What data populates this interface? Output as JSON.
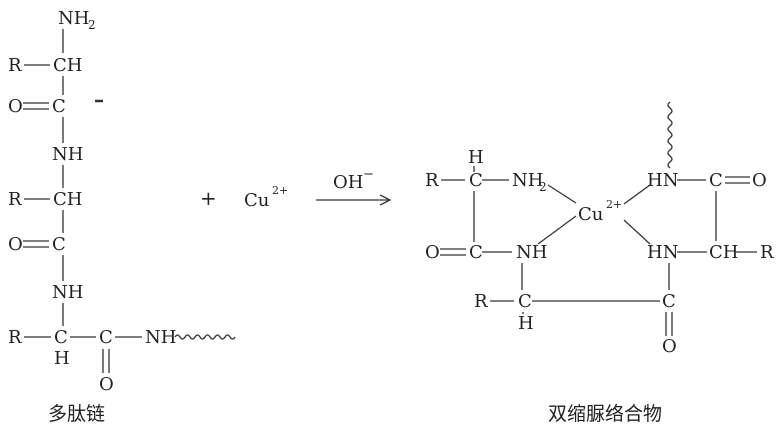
{
  "reactant": {
    "caption": "多肽链",
    "labels": [
      "NH",
      "2",
      "R",
      "CH",
      "O",
      "C",
      "NH",
      "R",
      "CH",
      "O",
      "C",
      "NH",
      "R",
      "C",
      "H",
      "C",
      "NH",
      "O"
    ]
  },
  "plus": "+",
  "copper_ion": {
    "symbol": "Cu",
    "charge": "2+"
  },
  "arrow": {
    "condition": "OH",
    "condition_sup": "−"
  },
  "product": {
    "caption": "双缩脲络合物",
    "labels": [
      "H",
      "R",
      "C",
      "NH",
      "2",
      "O",
      "C",
      "NH",
      "R",
      "C",
      "H",
      "Cu",
      "2+",
      "HN",
      "C",
      "O",
      "HN",
      "CH",
      "R",
      "C",
      "O"
    ]
  }
}
